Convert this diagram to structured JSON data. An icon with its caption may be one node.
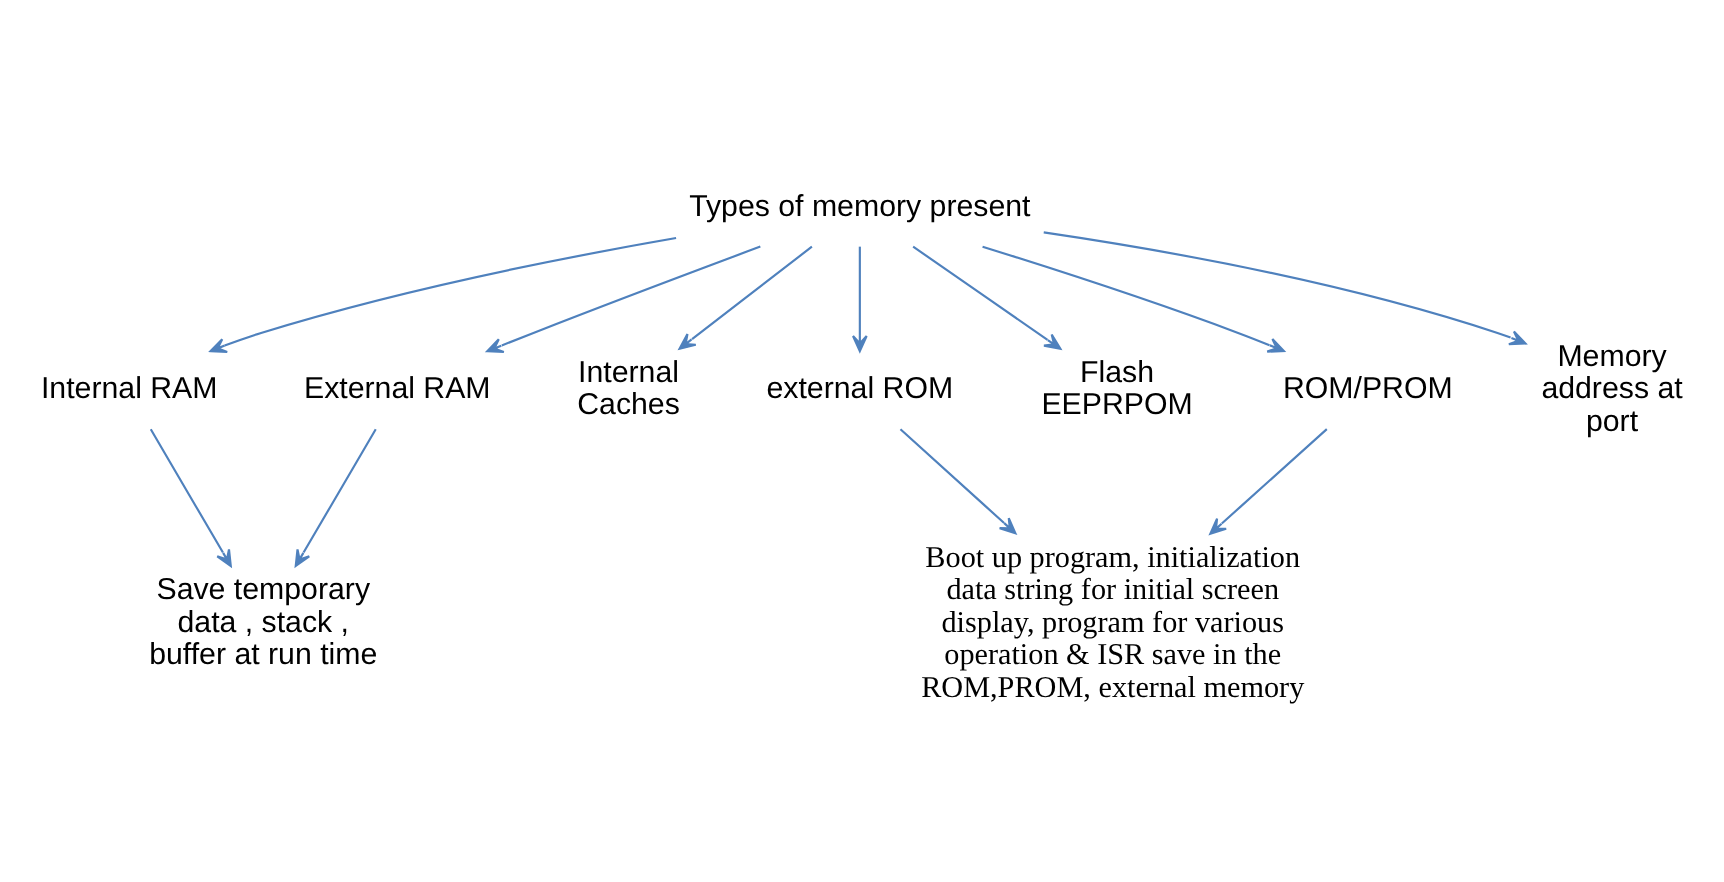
{
  "diagram": {
    "nodes": [
      {
        "text": [
          "Types of memory present"
        ]
      },
      {
        "text": [
          "Internal RAM"
        ]
      },
      {
        "text": [
          "External RAM"
        ]
      },
      {
        "text": [
          "Internal Caches"
        ]
      },
      {
        "text": [
          "external ROM"
        ]
      },
      {
        "text": [
          "Flash EEPRPOM"
        ]
      },
      {
        "text": [
          "ROM/PROM"
        ]
      },
      {
        "text": [
          "Memory address at port"
        ]
      },
      {
        "text": [
          "Save temporary data , stack , buffer at run time"
        ]
      },
      {
        "text": [
          "Boot up program, initialization data string for initial screen display, program for various operation & ISR save in the ROM,PROM, external memory"
        ]
      }
    ],
    "edges": [
      {
        "from": 0,
        "to": 1,
        "arrow": "to"
      },
      {
        "from": 0,
        "to": 2,
        "arrow": "to"
      },
      {
        "from": 0,
        "to": 3,
        "arrow": "to"
      },
      {
        "from": 0,
        "to": 4,
        "arrow": "to"
      },
      {
        "from": 0,
        "to": 5,
        "arrow": "to"
      },
      {
        "from": 0,
        "to": 6,
        "arrow": "to"
      },
      {
        "from": 0,
        "to": 7,
        "arrow": "to"
      },
      {
        "from": 1,
        "to": 8,
        "arrow": "to"
      },
      {
        "from": 2,
        "to": 8,
        "arrow": "to"
      },
      {
        "from": 4,
        "to": 9,
        "arrow": "to"
      },
      {
        "from": 6,
        "to": 9,
        "arrow": "to"
      }
    ]
  }
}
